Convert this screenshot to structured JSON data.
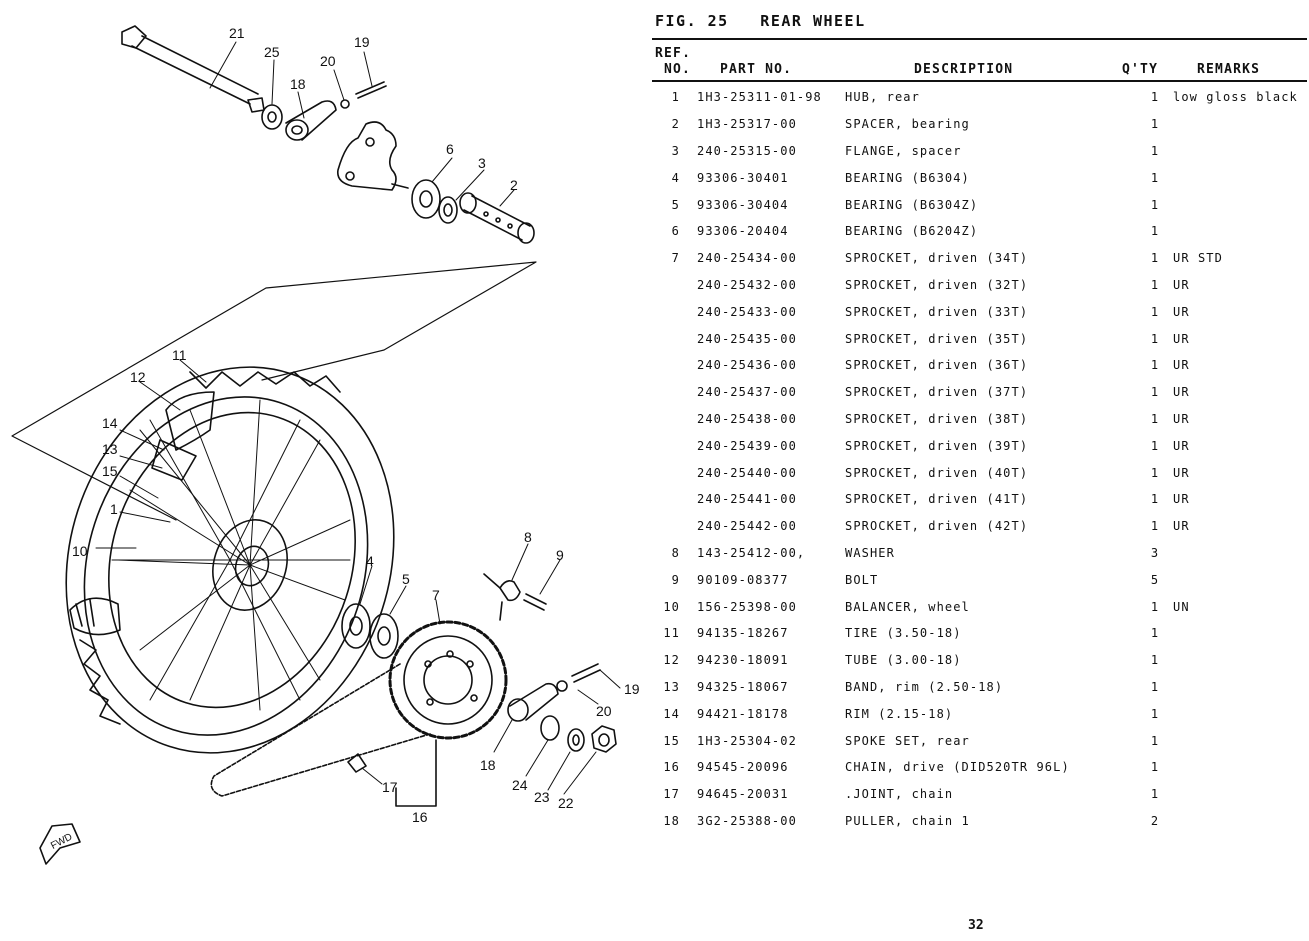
{
  "figure_title": "FIG. 25   REAR WHEEL",
  "columns": {
    "ref_line1": "REF.",
    "ref_line2": "NO.",
    "part_no": "PART NO.",
    "description": "DESCRIPTION",
    "qty": "Q'TY",
    "remarks": "REMARKS"
  },
  "rows": [
    {
      "ref": "1",
      "part_no": "1H3-25311-01-98",
      "description": "HUB, rear",
      "qty": "1",
      "remarks": "low gloss black"
    },
    {
      "ref": "2",
      "part_no": "1H3-25317-00",
      "description": "SPACER, bearing",
      "qty": "1",
      "remarks": ""
    },
    {
      "ref": "3",
      "part_no": "240-25315-00",
      "description": "FLANGE, spacer",
      "qty": "1",
      "remarks": ""
    },
    {
      "ref": "4",
      "part_no": "93306-30401",
      "description": "BEARING (B6304)",
      "qty": "1",
      "remarks": ""
    },
    {
      "ref": "5",
      "part_no": "93306-30404",
      "description": "BEARING (B6304Z)",
      "qty": "1",
      "remarks": ""
    },
    {
      "ref": "6",
      "part_no": "93306-20404",
      "description": "BEARING (B6204Z)",
      "qty": "1",
      "remarks": ""
    },
    {
      "ref": "7",
      "part_no": "240-25434-00",
      "description": "SPROCKET, driven (34T)",
      "qty": "1",
      "remarks": "UR STD"
    },
    {
      "ref": "",
      "part_no": "240-25432-00",
      "description": "SPROCKET, driven (32T)",
      "qty": "1",
      "remarks": "UR"
    },
    {
      "ref": "",
      "part_no": "240-25433-00",
      "description": "SPROCKET, driven (33T)",
      "qty": "1",
      "remarks": "UR"
    },
    {
      "ref": "",
      "part_no": "240-25435-00",
      "description": "SPROCKET, driven (35T)",
      "qty": "1",
      "remarks": "UR"
    },
    {
      "ref": "",
      "part_no": "240-25436-00",
      "description": "SPROCKET, driven (36T)",
      "qty": "1",
      "remarks": "UR"
    },
    {
      "ref": "",
      "part_no": "240-25437-00",
      "description": "SPROCKET, driven (37T)",
      "qty": "1",
      "remarks": "UR"
    },
    {
      "ref": "",
      "part_no": "240-25438-00",
      "description": "SPROCKET, driven (38T)",
      "qty": "1",
      "remarks": "UR"
    },
    {
      "ref": "",
      "part_no": "240-25439-00",
      "description": "SPROCKET, driven (39T)",
      "qty": "1",
      "remarks": "UR"
    },
    {
      "ref": "",
      "part_no": "240-25440-00",
      "description": "SPROCKET, driven (40T)",
      "qty": "1",
      "remarks": "UR"
    },
    {
      "ref": "",
      "part_no": "240-25441-00",
      "description": "SPROCKET, driven (41T)",
      "qty": "1",
      "remarks": "UR"
    },
    {
      "ref": "",
      "part_no": "240-25442-00",
      "description": "SPROCKET, driven (42T)",
      "qty": "1",
      "remarks": "UR"
    },
    {
      "ref": "8",
      "part_no": "143-25412-00,",
      "description": "WASHER",
      "qty": "3",
      "remarks": ""
    },
    {
      "ref": "9",
      "part_no": "90109-08377",
      "description": "BOLT",
      "qty": "5",
      "remarks": ""
    },
    {
      "ref": "10",
      "part_no": "156-25398-00",
      "description": "BALANCER, wheel",
      "qty": "1",
      "remarks": "UN"
    },
    {
      "ref": "11",
      "part_no": "94135-18267",
      "description": "TIRE (3.50-18)",
      "qty": "1",
      "remarks": ""
    },
    {
      "ref": "12",
      "part_no": "94230-18091",
      "description": "TUBE (3.00-18)",
      "qty": "1",
      "remarks": ""
    },
    {
      "ref": "13",
      "part_no": "94325-18067",
      "description": "BAND, rim (2.50-18)",
      "qty": "1",
      "remarks": ""
    },
    {
      "ref": "14",
      "part_no": "94421-18178",
      "description": "RIM (2.15-18)",
      "qty": "1",
      "remarks": ""
    },
    {
      "ref": "15",
      "part_no": "1H3-25304-02",
      "description": "SPOKE SET, rear",
      "qty": "1",
      "remarks": ""
    },
    {
      "ref": "16",
      "part_no": "94545-20096",
      "description": "CHAIN, drive (DID520TR 96L)",
      "qty": "1",
      "remarks": ""
    },
    {
      "ref": "17",
      "part_no": "94645-20031",
      "description": ".JOINT, chain",
      "qty": "1",
      "remarks": ""
    },
    {
      "ref": "18",
      "part_no": "3G2-25388-00",
      "description": "PULLER, chain 1",
      "qty": "2",
      "remarks": ""
    }
  ],
  "callouts": [
    "21",
    "25",
    "18",
    "20",
    "19",
    "6",
    "3",
    "2",
    "11",
    "12",
    "14",
    "13",
    "15",
    "1",
    "10",
    "4",
    "5",
    "7",
    "8",
    "9",
    "19",
    "20",
    "18",
    "24",
    "23",
    "22",
    "17",
    "16"
  ],
  "fwd_label": "FWD",
  "page_number": "32"
}
